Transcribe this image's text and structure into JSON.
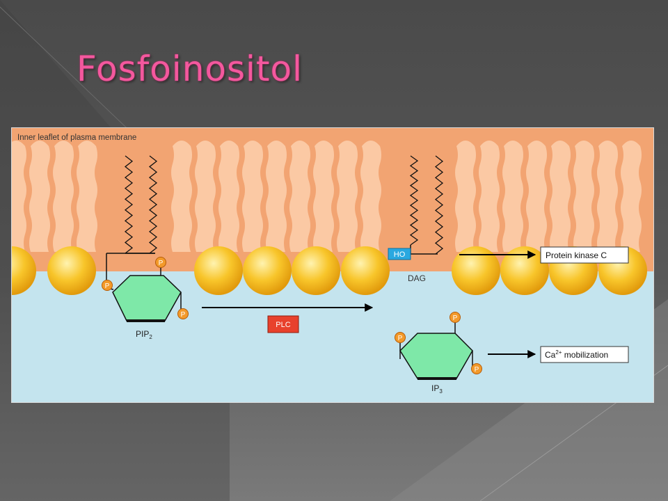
{
  "slide": {
    "title": "Fosfoinositol"
  },
  "diagram": {
    "membrane_label": "Inner leaflet of plasma membrane",
    "pip2_label": "PIP",
    "pip2_subscript": "2",
    "ip3_label": "IP",
    "ip3_subscript": "3",
    "dag_label": "DAG",
    "ho_label": "HO",
    "plc_label": "PLC",
    "phosphate_label": "P",
    "pkc_label": "Protein kinase C",
    "ca_label": "Ca",
    "ca_superscript": "2+",
    "ca_suffix": " mobilization",
    "colors": {
      "membrane": "#f2a472",
      "cytosol": "#c4e4ee",
      "lipid_tail": "#fbc9a4",
      "head_group": "#f5b820",
      "inositol_ring": "#7ee8a8",
      "phosphate": "#f39a2a",
      "plc": "#e8412c",
      "ho": "#29a8e0",
      "title": "#f4589e"
    }
  }
}
